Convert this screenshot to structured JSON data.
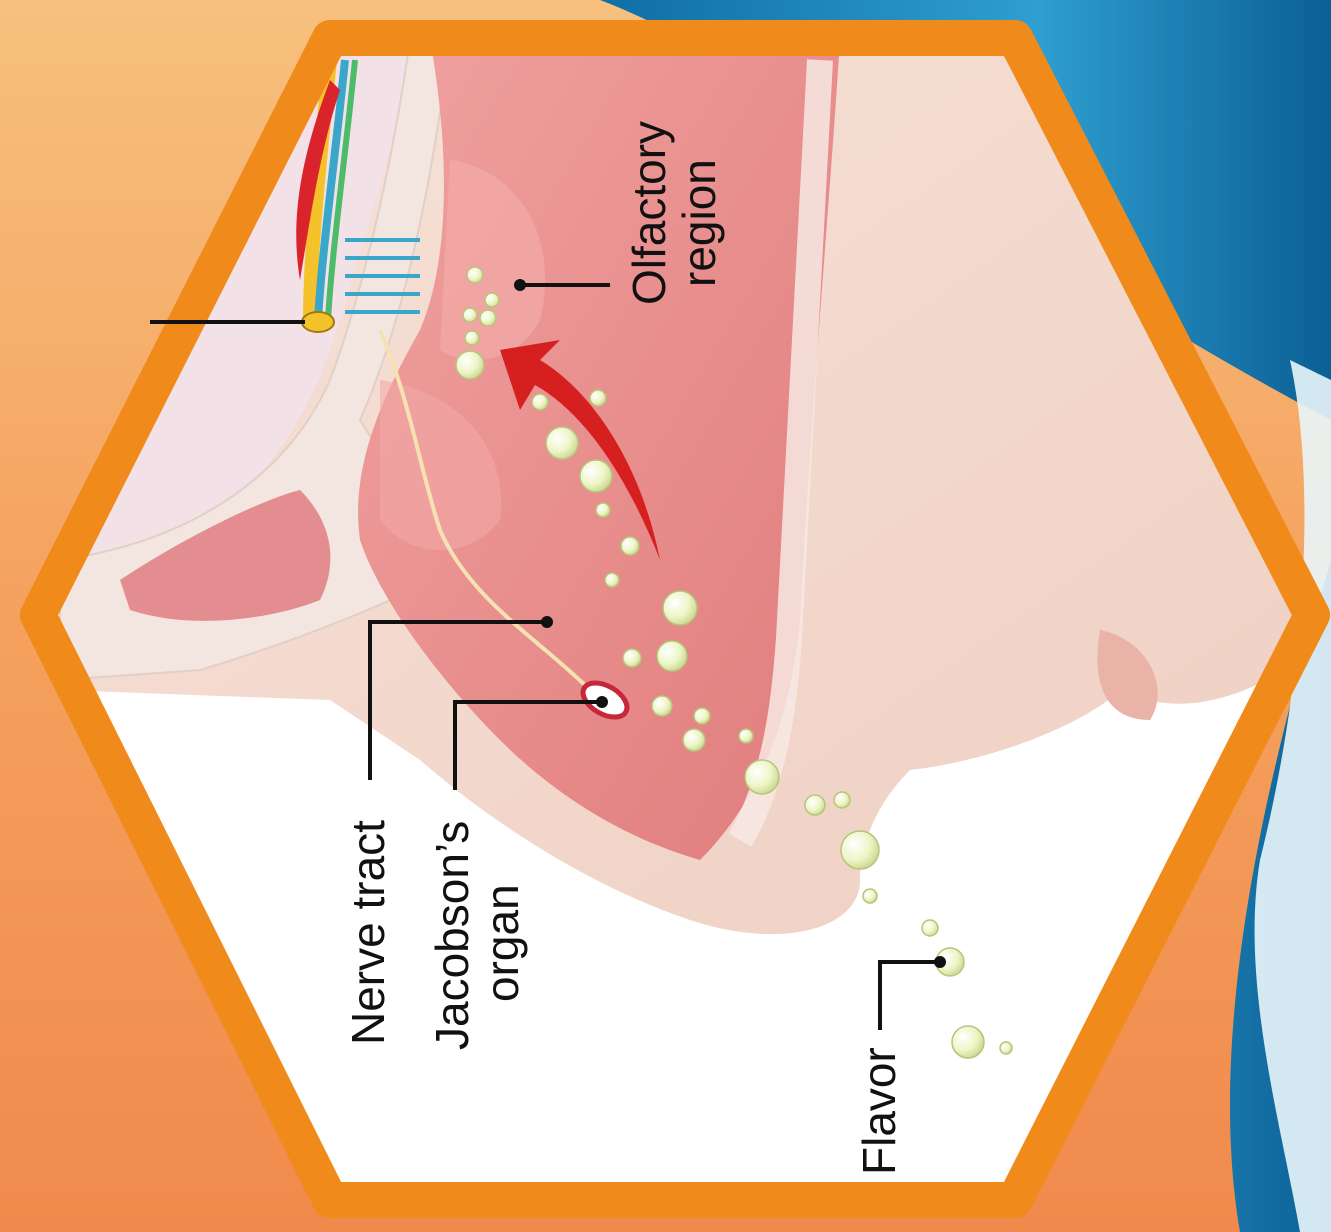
{
  "diagram": {
    "labels": {
      "olfactory_region": {
        "line1": "Olfactory",
        "line2": "region"
      },
      "nerve_tract": "Nerve tract",
      "jacobsons_organ": {
        "line1": "Jacobson’s",
        "line2": "organ"
      },
      "flavor": "Flavor"
    },
    "colors": {
      "background_left": "#f6a25f",
      "background_right_blue": "#1d7fb3",
      "hexagon_border": "#f08b1b",
      "cavity_pink": "#e88a8a",
      "skin": "#f4d8cc",
      "bone": "#f3e6e0",
      "arrow_red": "#d62020",
      "bubble": "#e9f2bf",
      "leader_line": "#111111"
    }
  }
}
